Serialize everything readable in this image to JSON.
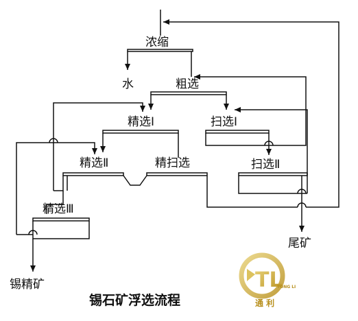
{
  "diagram": {
    "labels": {
      "concentrate_thicken": "浓缩",
      "water": "水",
      "rougher": "粗选",
      "cleaner1": "精选Ⅰ",
      "scavenger1": "扫选Ⅰ",
      "cleaner2": "精选Ⅱ",
      "cleaner_scav": "精扫选",
      "scavenger2": "扫选Ⅱ",
      "cleaner3": "精选Ⅲ",
      "tailings": "尾矿",
      "tin_concentrate": "锡精矿"
    },
    "caption": "锡石矿浮选流程"
  },
  "logo": {
    "letters": "TL",
    "brand_cn": "通 利",
    "brand_en": "TONG LI",
    "color": "#c9a227"
  }
}
